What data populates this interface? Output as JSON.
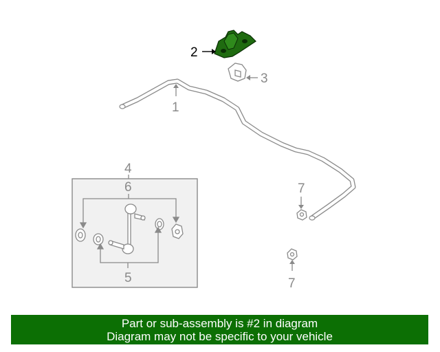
{
  "callouts": {
    "c1": "1",
    "c2": "2",
    "c3": "3",
    "c4": "4",
    "c5": "5",
    "c6": "6",
    "c7a": "7",
    "c7b": "7"
  },
  "highlight_color": "#0c6f04",
  "banner": {
    "line1": "Part or sub-assembly is #2 in diagram",
    "line2": "Diagram may not be specific to your vehicle"
  }
}
